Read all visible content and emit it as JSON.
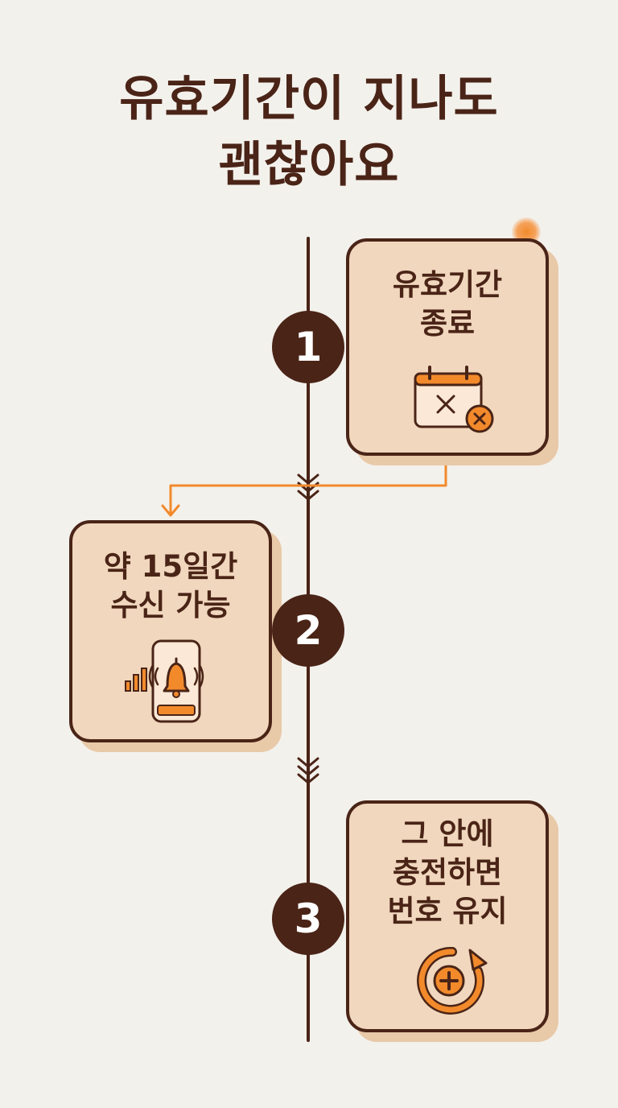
{
  "title": {
    "line1": "유효기간이 지나도",
    "line2": "괜찮아요"
  },
  "steps": [
    {
      "number": "1",
      "label_line1": "유효기간",
      "label_line2": "종료",
      "icon": "calendar-x-icon"
    },
    {
      "number": "2",
      "label_line1": "약 15일간",
      "label_line2": "수신 가능",
      "icon": "phone-bell-icon"
    },
    {
      "number": "3",
      "label_line1": "그 안에",
      "label_line2": "충전하면",
      "label_line3": "번호 유지",
      "icon": "recharge-plus-icon"
    }
  ],
  "colors": {
    "dark": "#4a2417",
    "card": "#f0d7bd",
    "accent": "#f28a2c",
    "background": "#f3f1ec"
  }
}
